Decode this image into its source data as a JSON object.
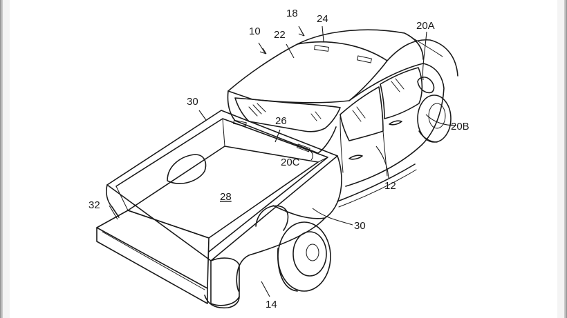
{
  "figure": {
    "reference_numerals": {
      "vehicle": "10",
      "body": "12",
      "rear_corner": "14",
      "roof_assembly": "18",
      "light_front": "20A",
      "light_side": "20B",
      "light_rear": "20C",
      "roof": "22",
      "roof_front": "24",
      "rear_window_wall": "26",
      "cargo_bed": "28",
      "bed_rail_left": "30",
      "bed_rail_right": "30",
      "tailgate": "32"
    }
  }
}
